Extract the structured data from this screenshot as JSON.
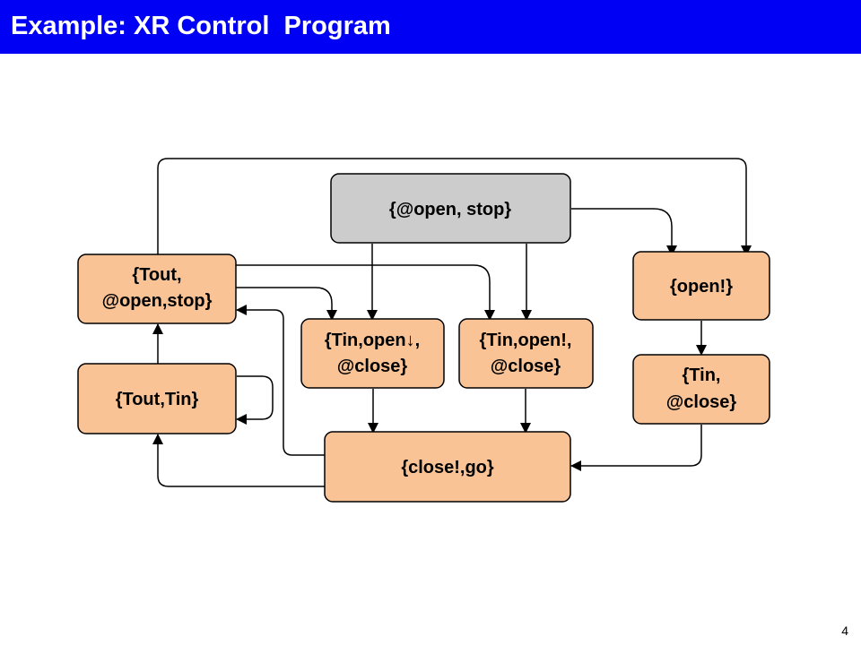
{
  "title": "Example: XR Control  Program",
  "page_number": "4",
  "colors": {
    "header_bg": "#0000f5",
    "title_text": "#ffffff",
    "state_fill": "#f9c396",
    "initial_state_fill": "#cccccc",
    "border": "#000000"
  },
  "nodes": {
    "open_stop": {
      "lines": [
        "{@open, stop}"
      ],
      "initial": true
    },
    "tout_open_stop": {
      "lines": [
        "{Tout,",
        "@open,stop}"
      ]
    },
    "tout_tin": {
      "lines": [
        "{Tout,Tin}"
      ]
    },
    "tin_open_down_close": {
      "lines": [
        "{Tin,open↓,",
        "@close}"
      ]
    },
    "tin_open_bang_close": {
      "lines": [
        "{Tin,open!,",
        "@close}"
      ]
    },
    "open_bang": {
      "lines": [
        "{open!}"
      ]
    },
    "tin_close": {
      "lines": [
        "{Tin,",
        "@close}"
      ]
    },
    "close_go": {
      "lines": [
        "{close!,go}"
      ]
    }
  },
  "edges": [
    {
      "from": "tout_open_stop",
      "to": "open_bang"
    },
    {
      "from": "open_stop",
      "to": "tin_open_down_close"
    },
    {
      "from": "open_stop",
      "to": "tin_open_bang_close"
    },
    {
      "from": "open_stop",
      "to": "open_bang"
    },
    {
      "from": "tout_open_stop",
      "to": "tin_open_down_close"
    },
    {
      "from": "tout_open_stop",
      "to": "tin_open_bang_close"
    },
    {
      "from": "tout_tin",
      "to": "tout_open_stop"
    },
    {
      "from": "tout_tin",
      "to": "tout_tin"
    },
    {
      "from": "tin_open_down_close",
      "to": "close_go"
    },
    {
      "from": "tin_open_bang_close",
      "to": "close_go"
    },
    {
      "from": "open_bang",
      "to": "tin_close"
    },
    {
      "from": "tin_close",
      "to": "close_go"
    },
    {
      "from": "close_go",
      "to": "tout_open_stop"
    },
    {
      "from": "close_go",
      "to": "tout_tin"
    }
  ]
}
